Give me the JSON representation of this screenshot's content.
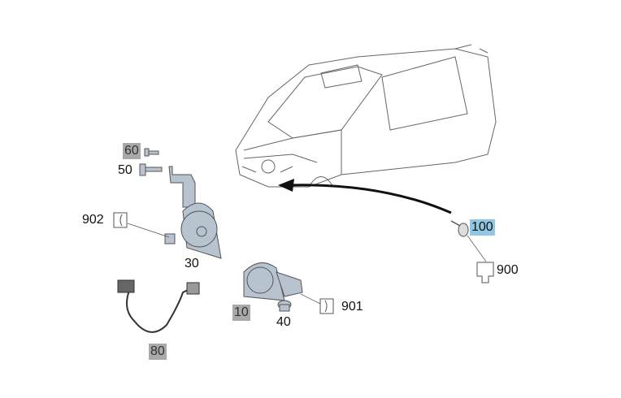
{
  "colors": {
    "grey_highlight": "#a9a9a9",
    "blue_highlight": "#8fc8e0",
    "part_fill": "#b8c3d0",
    "outline": "#555555"
  },
  "labels": {
    "p60": "60",
    "p50": "50",
    "p902": "902",
    "p30": "30",
    "p80": "80",
    "p10": "10",
    "p40": "40",
    "p901": "901",
    "p100": "100",
    "p900": "900"
  }
}
